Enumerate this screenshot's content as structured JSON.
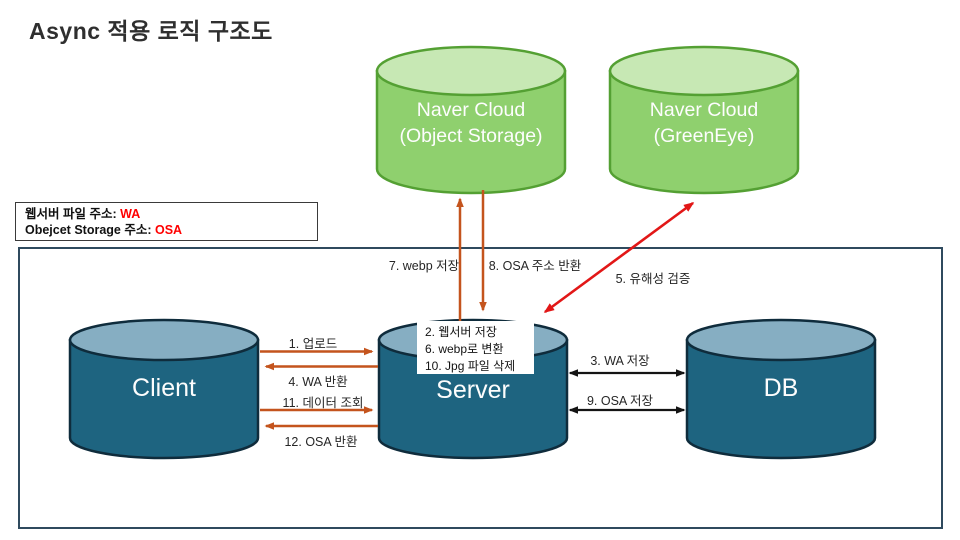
{
  "title": "Async 적용 로직 구조도",
  "legend": {
    "webserver_label": "웹서버 파일 주소:",
    "webserver_value": "WA",
    "storage_label": "Obejcet Storage 주소:",
    "storage_value": "OSA"
  },
  "nodes": {
    "object_storage": {
      "line1": "Naver Cloud",
      "line2": "(Object Storage)"
    },
    "greeneye": {
      "line1": "Naver Cloud",
      "line2": "(GreenEye)"
    },
    "client": {
      "label": "Client"
    },
    "server": {
      "label": "Server"
    },
    "db": {
      "label": "DB"
    }
  },
  "server_note": {
    "line1": "2. 웹서버 저장",
    "line2": "6. webp로 변환",
    "line3": "10. Jpg 파일 삭제"
  },
  "edges": {
    "upload": "1. 업로드",
    "wa_return": "4. WA 반환",
    "data_query": "11. 데이터 조회",
    "osa_return": "12. OSA 반환",
    "webp_save": "7. webp 저장",
    "osa_addr_return": "8. OSA 주소 반환",
    "harmful_check": "5. 유해성 검증",
    "wa_save": "3. WA 저장",
    "osa_save": "9. OSA 저장"
  },
  "colors": {
    "green_body": "#8FD06E",
    "green_top": "#C7E8B4",
    "green_stroke": "#54A033",
    "blue_body": "#1E6480",
    "blue_top": "#86AEC2",
    "blue_stroke": "#0F2C3C",
    "orange_arrow": "#C4541D",
    "red_arrow": "#E21717",
    "black_arrow": "#141414",
    "boundary_border": "#2F4A5E",
    "legend_value_red": "#FF0000"
  }
}
